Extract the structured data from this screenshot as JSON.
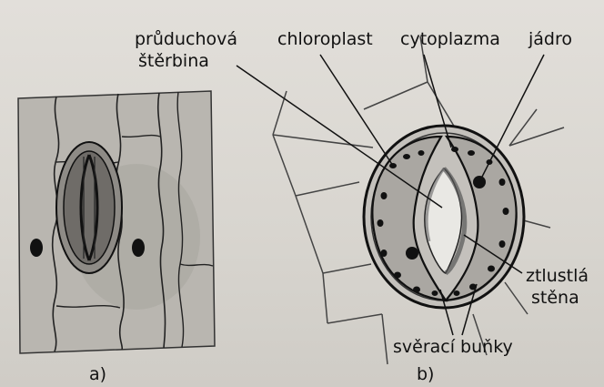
{
  "labels": {
    "pore_line1": "průduchová",
    "pore_line2": "štěrbina",
    "chloroplast": "chloroplast",
    "cytoplasm": "cytoplazma",
    "nucleus": "jádro",
    "thick_wall_line1": "ztlustlá",
    "thick_wall_line2": "stěna",
    "guard_cells": "svěrací buňky"
  },
  "captions": {
    "a": "a)",
    "b": "b)"
  }
}
